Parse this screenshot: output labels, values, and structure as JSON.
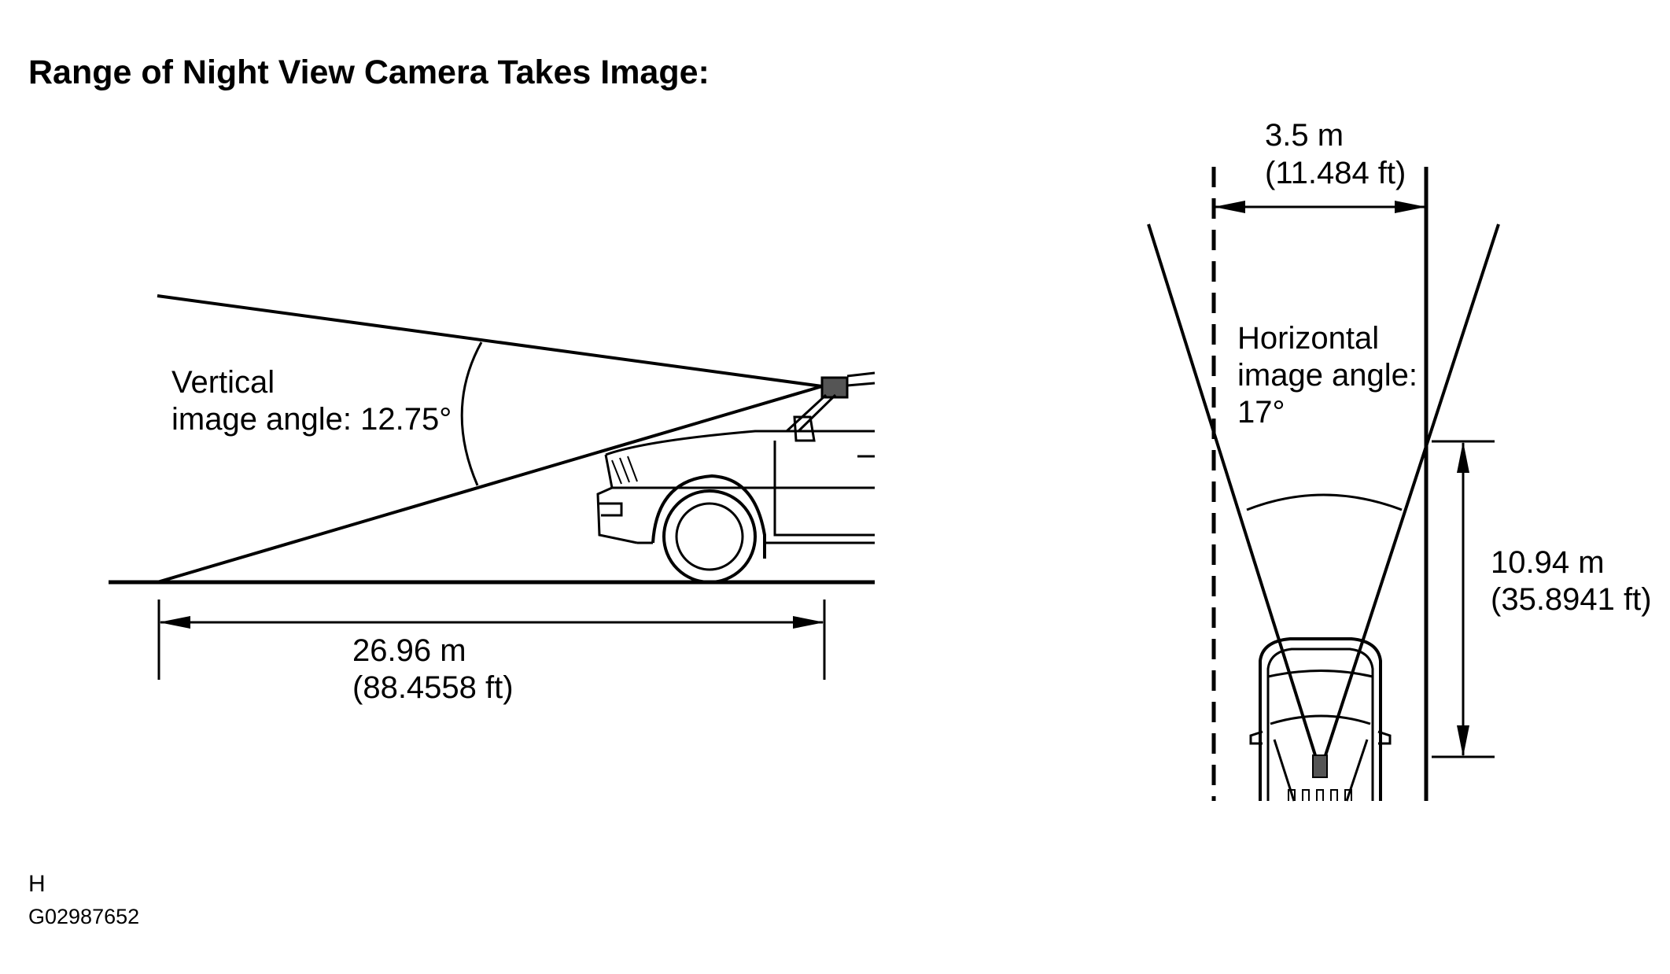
{
  "title": "Range of Night View Camera Takes Image:",
  "side_view": {
    "angle_label_line1": "Vertical",
    "angle_label_line2": "image angle: 12.75°",
    "distance_metric": "26.96 m",
    "distance_imperial": "(88.4558 ft)"
  },
  "top_view": {
    "width_metric": "3.5 m",
    "width_imperial": "(11.484 ft)",
    "angle_label_line1": "Horizontal",
    "angle_label_line2": "image angle:",
    "angle_label_line3": "17°",
    "distance_metric": "10.94 m",
    "distance_imperial": "(35.8941 ft)"
  },
  "footer": {
    "letter": "H",
    "figure_code": "G02987652"
  }
}
